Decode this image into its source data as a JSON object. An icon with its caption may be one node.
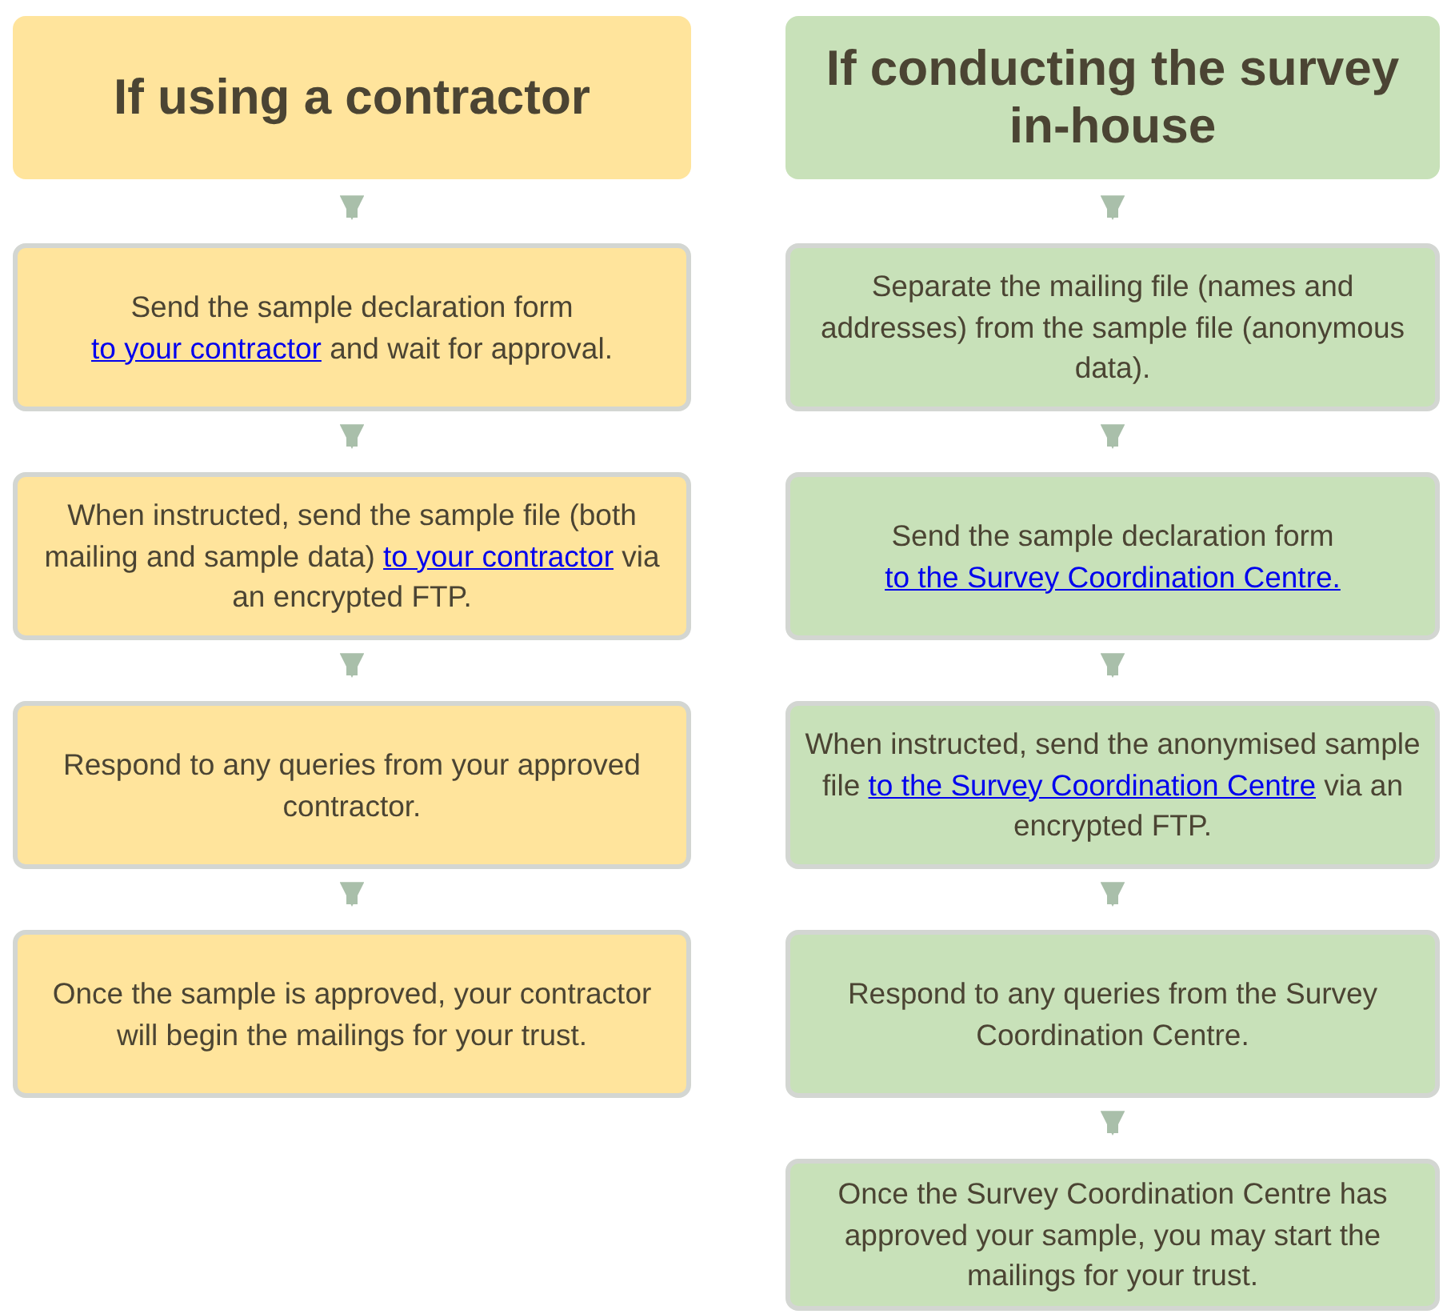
{
  "diagram": {
    "nodes": [
      {
        "text": [
          "If using a contractor"
        ]
      },
      {
        "text": [
          "Send the sample declaration form *to your contractor* and wait for approval."
        ]
      },
      {
        "text": [
          "When instructed, send the sample file (both mailing and sample data) *to your contractor* via an encrypted FTP."
        ]
      },
      {
        "text": [
          "Respond to any queries from your approved contractor."
        ]
      },
      {
        "text": [
          "Once the sample is approved, your contractor will begin the mailings for your trust."
        ]
      },
      {
        "text": [
          "If conducting the survey in-house"
        ]
      },
      {
        "text": [
          "Separate the mailing file (names and addresses) from the sample file (anonymous data)."
        ]
      },
      {
        "text": [
          "Send the sample declaration form *to the Survey Coordination Centre.*"
        ]
      },
      {
        "text": [
          "When instructed, send the anonymised sample file *to the Survey Coordination Centre* via an encrypted FTP."
        ]
      },
      {
        "text": [
          "Respond to any queries from the Survey Coordination Centre."
        ]
      },
      {
        "text": [
          "Once the Survey Coordination Centre has approved your sample, you may start the mailings for your trust."
        ]
      }
    ],
    "edges": [
      {
        "from": 0,
        "to": 1,
        "arrow": "to"
      },
      {
        "from": 1,
        "to": 2,
        "arrow": "to"
      },
      {
        "from": 2,
        "to": 3,
        "arrow": "to"
      },
      {
        "from": 3,
        "to": 4,
        "arrow": "to"
      },
      {
        "from": 5,
        "to": 6,
        "arrow": "to"
      },
      {
        "from": 6,
        "to": 7,
        "arrow": "to"
      },
      {
        "from": 7,
        "to": 8,
        "arrow": "to"
      },
      {
        "from": 8,
        "to": 9,
        "arrow": "to"
      },
      {
        "from": 9,
        "to": 10,
        "arrow": "to"
      }
    ]
  }
}
